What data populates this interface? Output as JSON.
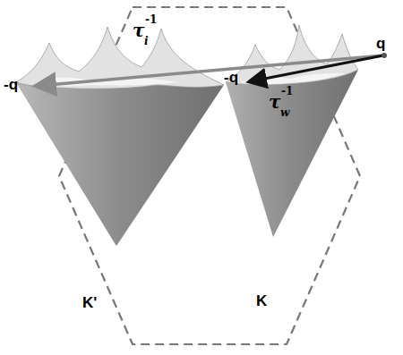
{
  "diagram": {
    "labels": [
      "q",
      "-q",
      "-q",
      "τ",
      "i",
      "-1",
      "τ",
      "w",
      "-1",
      "K'",
      "K"
    ]
  }
}
